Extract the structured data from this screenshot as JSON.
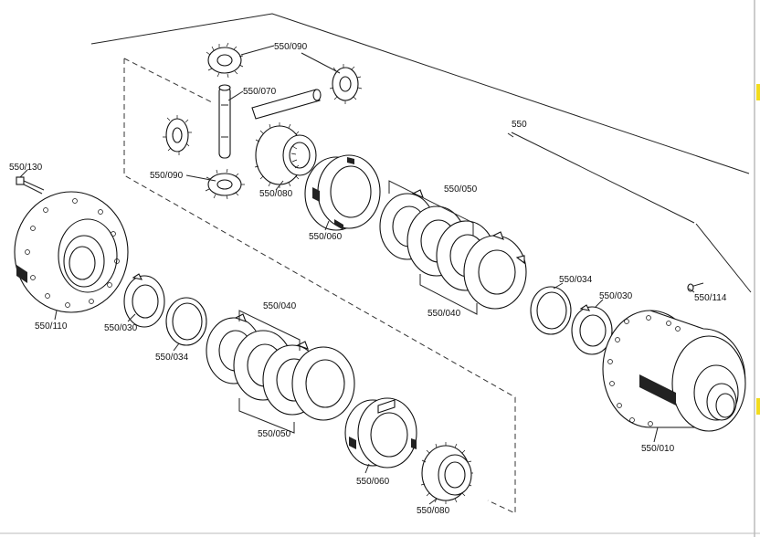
{
  "diagram": {
    "labels": {
      "group_550": "550",
      "p550_090_top": "550/090",
      "p550_070": "550/070",
      "p550_090_left": "550/090",
      "p550_080_top": "550/080",
      "p550_060_top": "550/060",
      "p550_050_top": "550/050",
      "p550_040_top": "550/040",
      "p550_034_right": "550/034",
      "p550_030_right": "550/030",
      "p550_114": "550/114",
      "p550_130": "550/130",
      "p550_110": "550/110",
      "p550_030_left": "550/030",
      "p550_034_left": "550/034",
      "p550_040_bottom": "550/040",
      "p550_050_bottom": "550/050",
      "p550_060_bottom": "550/060",
      "p550_080_bottom": "550/080",
      "p550_010": "550/010"
    },
    "colors": {
      "line": "#222222",
      "background": "#ffffff",
      "edge_marker": "#f2dc1e"
    }
  }
}
